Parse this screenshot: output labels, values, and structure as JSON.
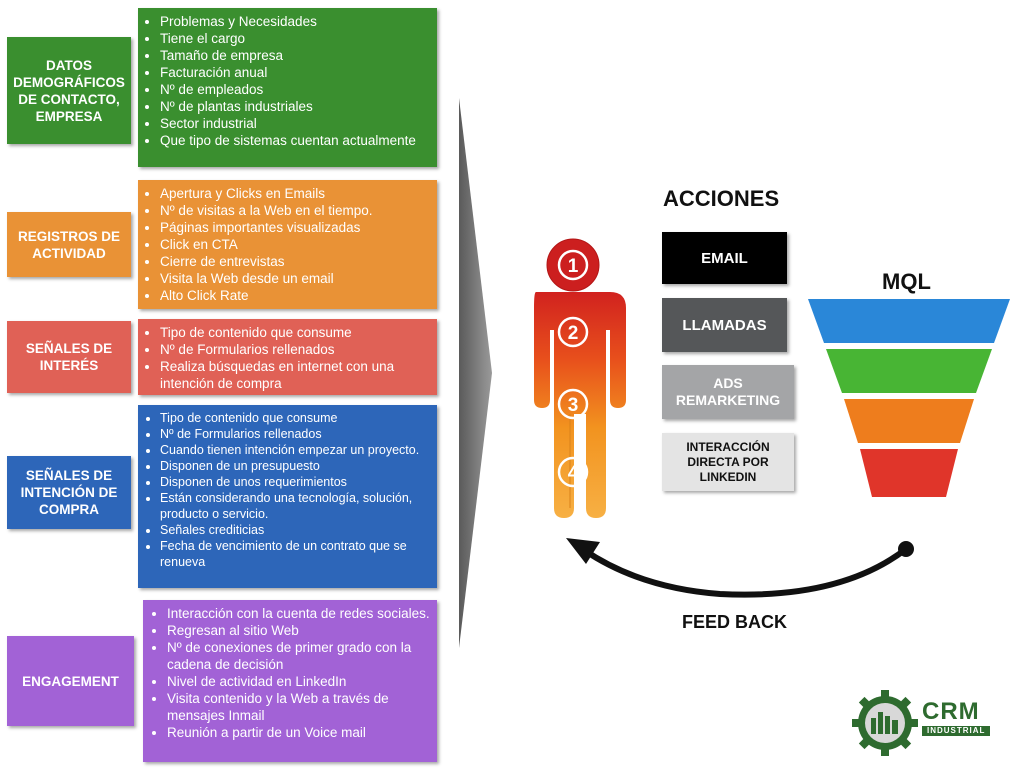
{
  "categories": [
    {
      "label": "DATOS\nDEMOGRÁFICOS\nDE CONTACTO,\nEMPRESA",
      "color": "#3a8f2f",
      "items": [
        "Problemas y Necesidades",
        "Tiene el cargo",
        "Tamaño de empresa",
        "Facturación anual",
        "Nº de empleados",
        "Nº de plantas industriales",
        "Sector industrial",
        "Que tipo de sistemas cuentan actualmente"
      ]
    },
    {
      "label": "REGISTROS DE\nACTIVIDAD",
      "color": "#e99236",
      "items": [
        "Apertura y Clicks en Emails",
        "Nº de visitas a la Web en el tiempo.",
        "Páginas importantes visualizadas",
        "Click en CTA",
        "Cierre de entrevistas",
        "Visita la Web desde un email",
        "Alto Click Rate"
      ]
    },
    {
      "label": "SEÑALES DE\nINTERÉS",
      "color": "#e06156",
      "items": [
        "Tipo de contenido que consume",
        "Nº de Formularios rellenados",
        "Realiza búsquedas en internet con una intención de compra"
      ]
    },
    {
      "label": "SEÑALES DE\nINTENCIÓN DE\nCOMPRA",
      "color": "#2d66b9",
      "items": [
        "Tipo de contenido que consume",
        "Nº de Formularios rellenados",
        "Cuando tienen intención empezar un proyecto.",
        "Disponen de un presupuesto",
        "Disponen de unos requerimientos",
        "Están considerando una tecnología, solución, producto o servicio.",
        "Señales crediticias",
        "Fecha de vencimiento de un contrato que se renueva"
      ]
    },
    {
      "label": "ENGAGEMENT",
      "color": "#a262d6",
      "items": [
        "Interacción con la cuenta de redes sociales.",
        "Regresan al sitio Web",
        "Nº de conexiones de primer grado con la cadena de decisión",
        "Nivel de actividad en LinkedIn",
        "Visita contenido y la Web a través de mensajes Inmail",
        "Reunión a partir de un Voice mail"
      ]
    }
  ],
  "figure_steps": [
    "1",
    "2",
    "3",
    "4"
  ],
  "acciones": {
    "title": "ACCIONES",
    "buttons": [
      {
        "label": "EMAIL",
        "bg": "#000000",
        "fg": "#ffffff"
      },
      {
        "label": "LLAMADAS",
        "bg": "#555759",
        "fg": "#ffffff"
      },
      {
        "label": "ADS\nREMARKETING",
        "bg": "#a4a5a7",
        "fg": "#ffffff"
      },
      {
        "label": "INTERACCIÓN\nDIRECTA POR\nLINKEDIN",
        "bg": "#e4e4e4",
        "fg": "#111111"
      }
    ]
  },
  "funnel": {
    "title": "MQL",
    "colors": [
      "#2a87d8",
      "#48b534",
      "#ee7d1d",
      "#e0352a"
    ]
  },
  "feedback": {
    "label": "FEED BACK"
  },
  "logo": {
    "brand": "CRM",
    "sub": "INDUSTRIAL"
  }
}
